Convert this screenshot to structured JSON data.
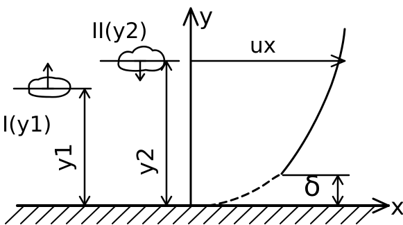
{
  "labels": {
    "y_axis": "y",
    "x_axis": "x",
    "ux": "ux",
    "delta": "δ",
    "layer_2": "II(y2)",
    "layer_1": "I(y1)",
    "y1": "y1",
    "y2": "y2"
  },
  "colors": {
    "ink": "#000000",
    "background": "#ffffff"
  }
}
